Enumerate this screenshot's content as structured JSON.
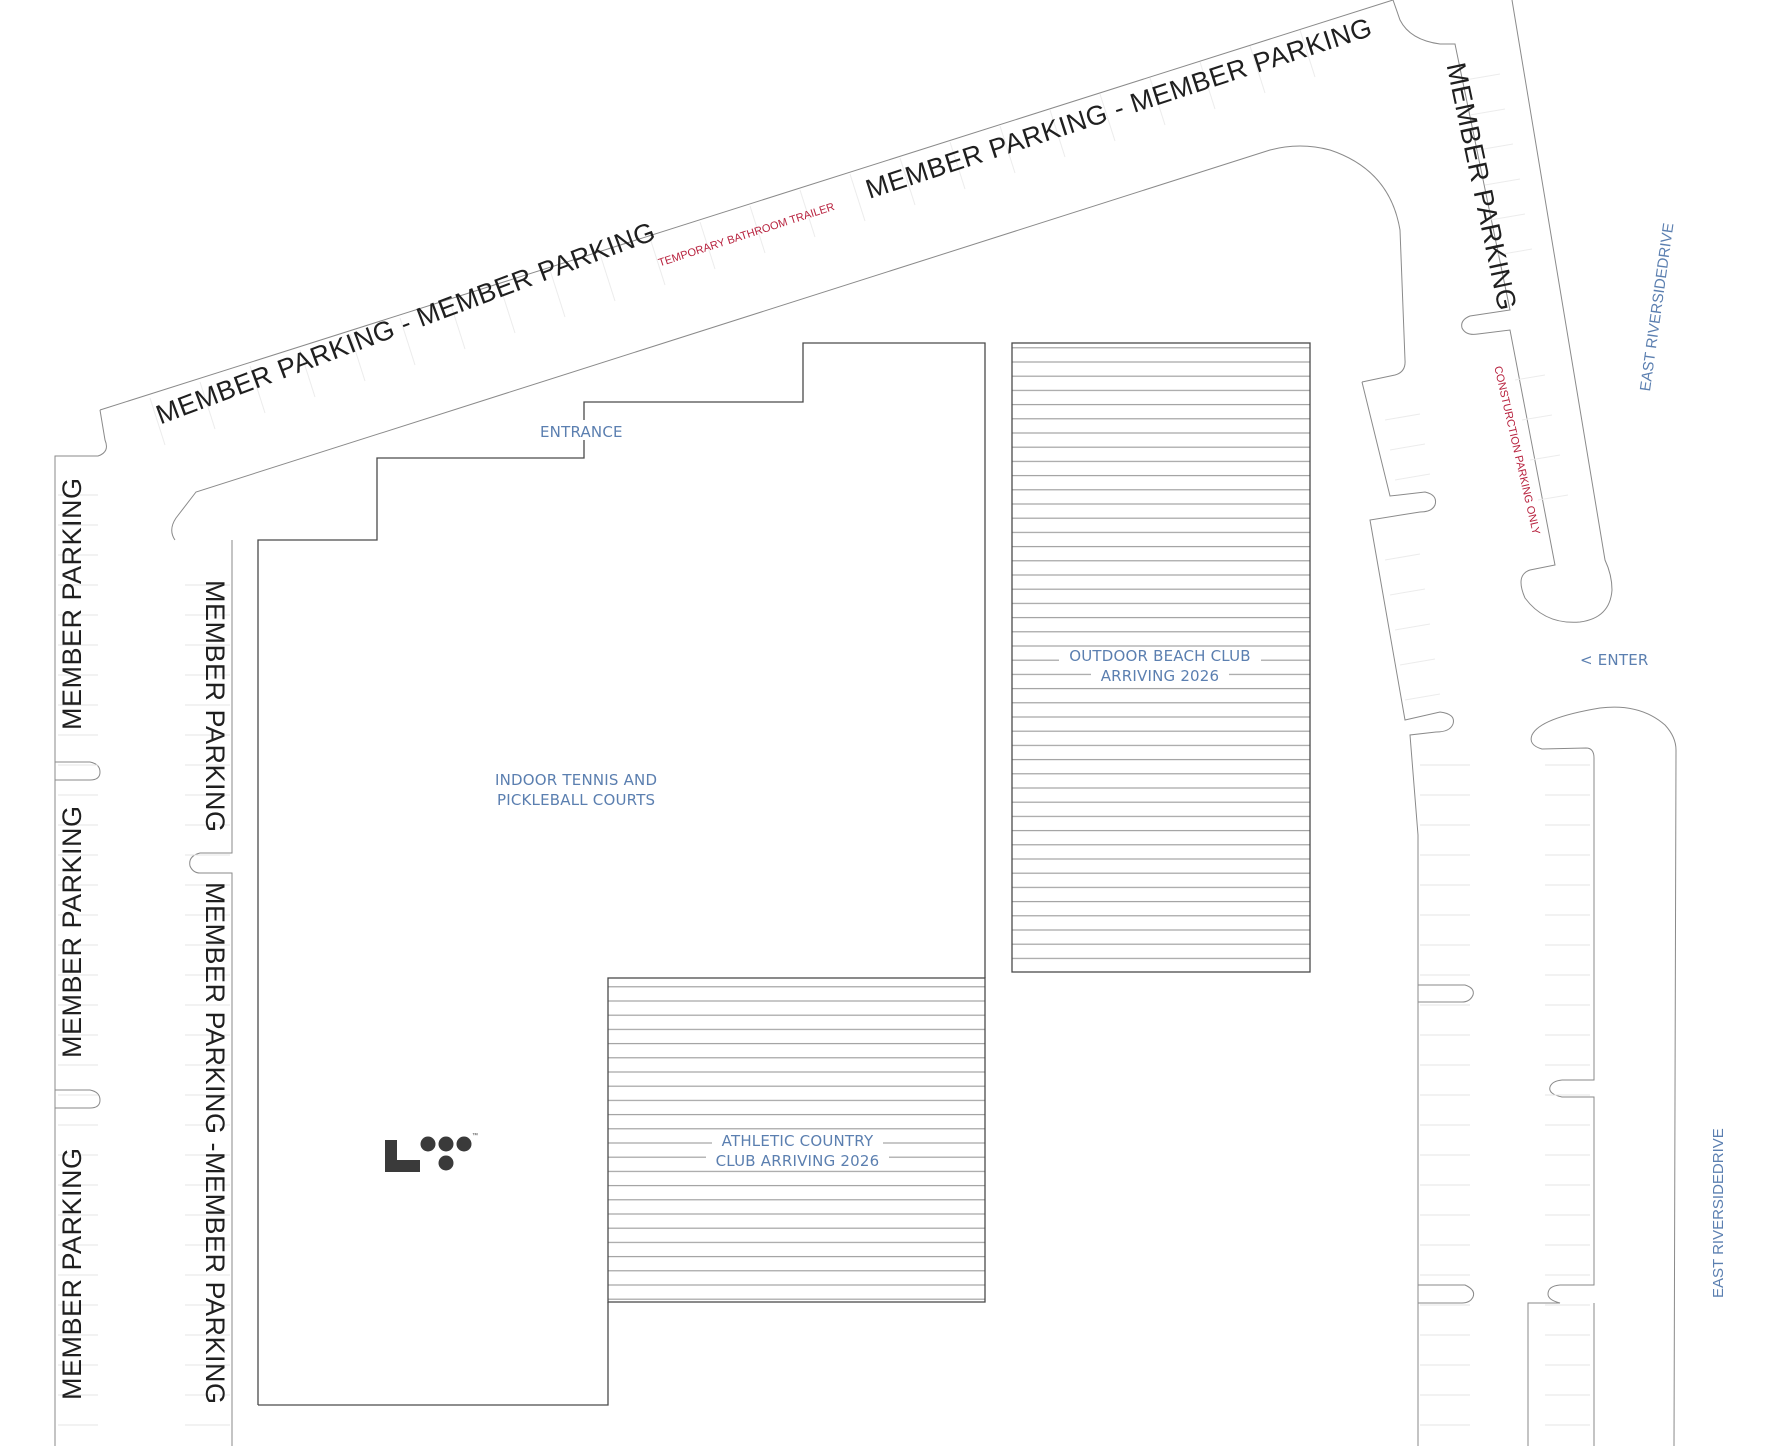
{
  "map": {
    "colors": {
      "outline": "#555555",
      "lot_outline": "#8a8a8a",
      "stall_line": "#e4e4e4",
      "hatch": "#9a9a9a",
      "label_dark": "#1f1f1f",
      "label_blue": "#5b7fb0",
      "label_red": "#b8233f"
    },
    "parking_labels": {
      "top_left": "MEMBER PARKING - MEMBER PARKING",
      "top_right": "MEMBER PARKING - MEMBER PARKING",
      "right_upper": "MEMBER PARKING",
      "left_col_1": "MEMBER PARKING",
      "left_col_2": "MEMBER PARKING",
      "left_col_3": "MEMBER PARKING",
      "inner_col_1": "MEMBER PARKING",
      "inner_col_2": "MEMBER PARKING -MEMBER PARKING"
    },
    "notices": {
      "bathroom_trailer": "TEMPORARY BATHROOM TRAILER",
      "construction_parking": "CONSTURCTION PARKING ONLY"
    },
    "facilities": {
      "entrance": "ENTRANCE",
      "indoor_courts": [
        "INDOOR TENNIS AND",
        "PICKLEBALL COURTS"
      ],
      "beach_club": [
        "OUTDOOR BEACH CLUB",
        "ARRIVING 2026"
      ],
      "athletic_club": [
        "ATHLETIC COUNTRY",
        "CLUB ARRIVING 2026"
      ]
    },
    "streets": {
      "upper": "EAST RIVERSIDEDRIVE",
      "lower": "EAST RIVERSIDEDRIVE"
    },
    "enter_sign": {
      "arrow": "<",
      "label": "ENTER"
    },
    "logo": {
      "icon": "brand-logo-icon",
      "mark": "™"
    }
  }
}
